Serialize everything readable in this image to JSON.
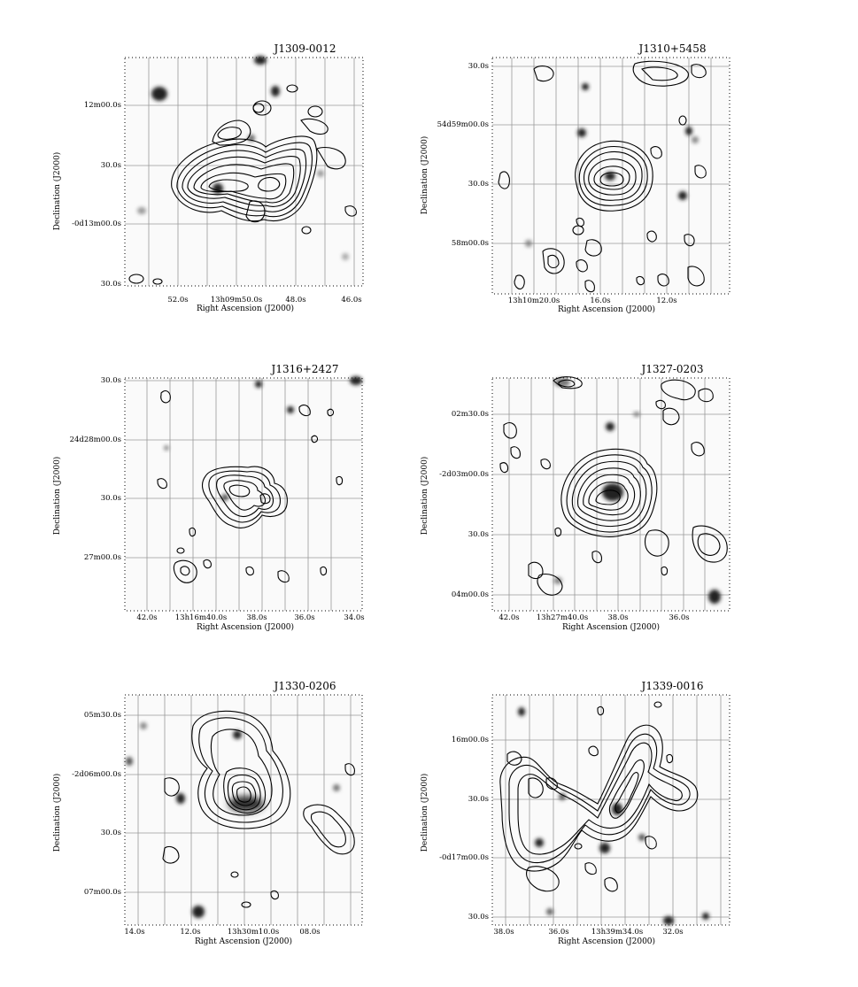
{
  "axis_titles": {
    "x": "Right Ascension (J2000)",
    "y": "Declination (J2000)"
  },
  "panels": [
    {
      "title": "J1309-0012",
      "dec_labels": [
        "12m00.0s",
        "30.0s",
        "-0d13m00.0s",
        "30.0s"
      ],
      "ra_labels": [
        "52.0s",
        "13h09m50.0s",
        "48.0s",
        "46.0s"
      ]
    },
    {
      "title": "J1310+5458",
      "dec_labels": [
        "30.0s",
        "54d59m00.0s",
        "30.0s",
        "58m00.0s"
      ],
      "ra_labels": [
        "13h10m20.0s",
        "16.0s",
        "12.0s"
      ]
    },
    {
      "title": "J1316+2427",
      "dec_labels": [
        "30.0s",
        "24d28m00.0s",
        "30.0s",
        "27m00.0s"
      ],
      "ra_labels": [
        "42.0s",
        "13h16m40.0s",
        "38.0s",
        "36.0s",
        "34.0s"
      ]
    },
    {
      "title": "J1327-0203",
      "dec_labels": [
        "02m30.0s",
        "-2d03m00.0s",
        "30.0s",
        "04m00.0s"
      ],
      "ra_labels": [
        "42.0s",
        "13h27m40.0s",
        "38.0s",
        "36.0s"
      ]
    },
    {
      "title": "J1330-0206",
      "dec_labels": [
        "05m30.0s",
        "-2d06m00.0s",
        "30.0s",
        "07m00.0s"
      ],
      "ra_labels": [
        "14.0s",
        "12.0s",
        "13h30m10.0s",
        "08.0s"
      ]
    },
    {
      "title": "J1339-0016",
      "dec_labels": [
        "16m00.0s",
        "30.0s",
        "-0d17m00.0s",
        "30.0s"
      ],
      "ra_labels": [
        "38.0s",
        "36.0s",
        "13h39m34.0s",
        "32.0s"
      ]
    }
  ]
}
